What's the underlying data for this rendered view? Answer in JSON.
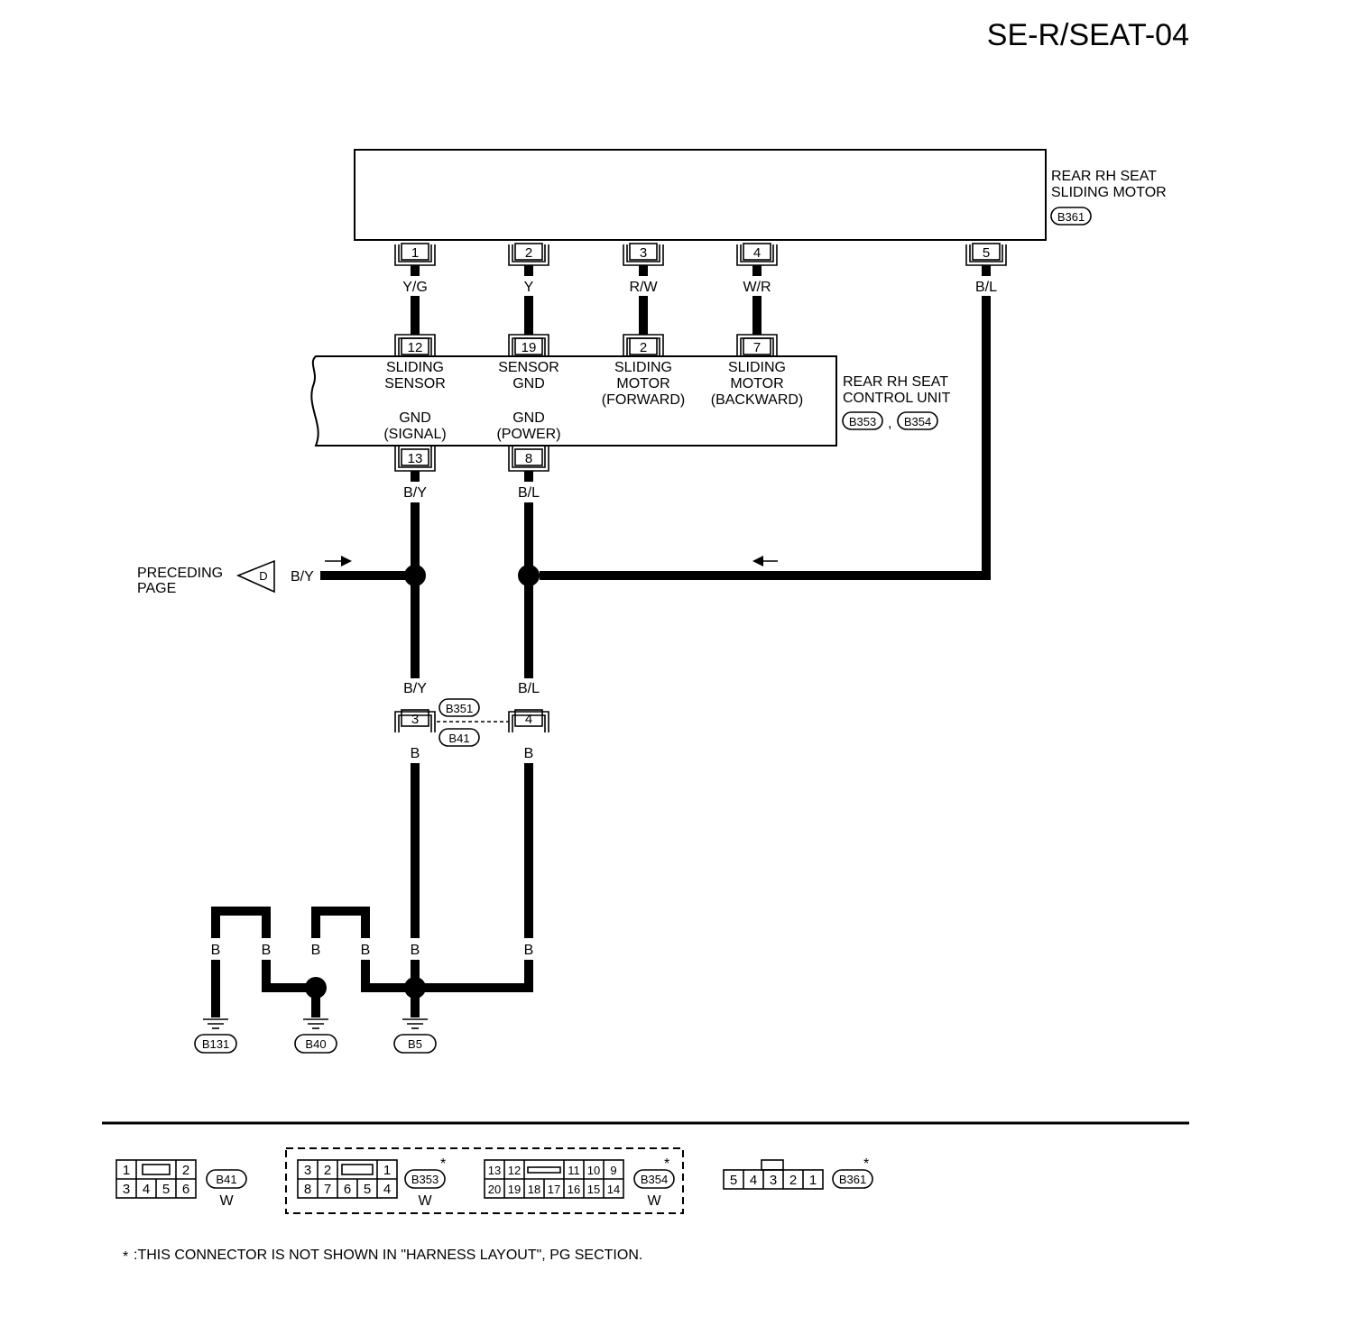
{
  "page_code": "SE-R/SEAT-04",
  "motor": {
    "name_line1": "REAR RH SEAT",
    "name_line2": "SLIDING MOTOR",
    "connector": "B361",
    "pins": [
      "1",
      "2",
      "3",
      "4",
      "5"
    ],
    "wire_colors": [
      "Y/G",
      "Y",
      "R/W",
      "W/R",
      "B/L"
    ]
  },
  "control_unit": {
    "name_line1": "REAR RH SEAT",
    "name_line2": "CONTROL UNIT",
    "connectors": [
      "B353",
      "B354"
    ],
    "separator": ",",
    "top_pins": [
      "12",
      "19",
      "2",
      "7"
    ],
    "bottom_pins": [
      "13",
      "8"
    ],
    "functions": [
      {
        "line1": "SLIDING",
        "line2": "SENSOR"
      },
      {
        "line1": "SENSOR",
        "line2": "GND"
      },
      {
        "line1": "SLIDING",
        "line2": "MOTOR",
        "line3": "(FORWARD)"
      },
      {
        "line1": "SLIDING",
        "line2": "MOTOR",
        "line3": "(BACKWARD)"
      }
    ],
    "gnd_labels": [
      {
        "line1": "GND",
        "line2": "(SIGNAL)"
      },
      {
        "line1": "GND",
        "line2": "(POWER)"
      }
    ],
    "bottom_wire_colors": [
      "B/Y",
      "B/L"
    ]
  },
  "preceding": {
    "line1": "PRECEDING",
    "line2": "PAGE",
    "symbol": "D",
    "wire_color": "B/Y"
  },
  "junction_connector": {
    "upper": "B351",
    "lower": "B41",
    "upper_wire_colors": [
      "B/Y",
      "B/L"
    ],
    "pins": [
      "3",
      "4"
    ],
    "lower_wire_colors": [
      "B",
      "B"
    ]
  },
  "ground_wire_labels": [
    "B",
    "B",
    "B",
    "B",
    "B",
    "B"
  ],
  "grounds": [
    "B131",
    "B40",
    "B5"
  ],
  "connector_views": {
    "b41": {
      "name": "B41",
      "color": "W",
      "top": [
        "1",
        "2"
      ],
      "bottom": [
        "3",
        "4",
        "5",
        "6"
      ]
    },
    "b353": {
      "name": "B353",
      "color": "W",
      "top": [
        "3",
        "2",
        "1"
      ],
      "bottom": [
        "8",
        "7",
        "6",
        "5",
        "4"
      ]
    },
    "b354": {
      "name": "B354",
      "color": "W",
      "top": [
        "13",
        "12",
        "11",
        "10",
        "9"
      ],
      "bottom": [
        "20",
        "19",
        "18",
        "17",
        "16",
        "15",
        "14"
      ]
    },
    "b361": {
      "name": "B361",
      "pins": [
        "5",
        "4",
        "3",
        "2",
        "1"
      ]
    },
    "asterisk": "*"
  },
  "footnote": {
    "mark": "*",
    "text": ":THIS CONNECTOR IS NOT SHOWN IN \"HARNESS LAYOUT\", PG SECTION."
  }
}
